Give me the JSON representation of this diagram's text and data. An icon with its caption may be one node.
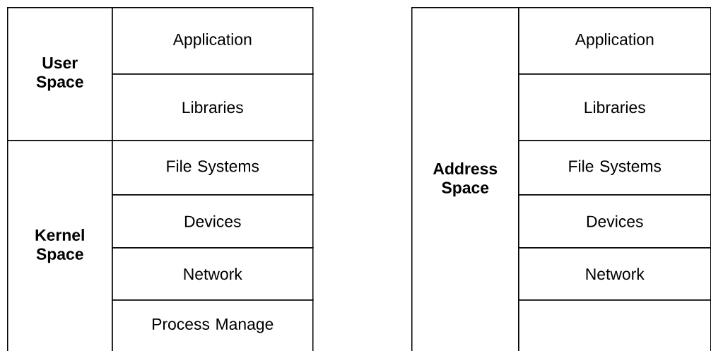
{
  "diagram": {
    "nodes": [
      {
        "text": [
          "User Space"
        ]
      },
      {
        "text": [
          "Application"
        ]
      },
      {
        "text": [
          "Libraries"
        ]
      },
      {
        "text": [
          "Kernel Space"
        ]
      },
      {
        "text": [
          "File Systems"
        ]
      },
      {
        "text": [
          "Devices"
        ]
      },
      {
        "text": [
          "Network"
        ]
      },
      {
        "text": [
          "Process Manage"
        ]
      },
      {
        "text": [
          "Address Space"
        ]
      },
      {
        "text": [
          "Application"
        ]
      },
      {
        "text": [
          "Libraries"
        ]
      },
      {
        "text": [
          "File Systems"
        ]
      },
      {
        "text": [
          "Devices"
        ]
      },
      {
        "text": [
          "Network"
        ]
      },
      {
        "text": [],
        "shape": "box"
      }
    ]
  }
}
